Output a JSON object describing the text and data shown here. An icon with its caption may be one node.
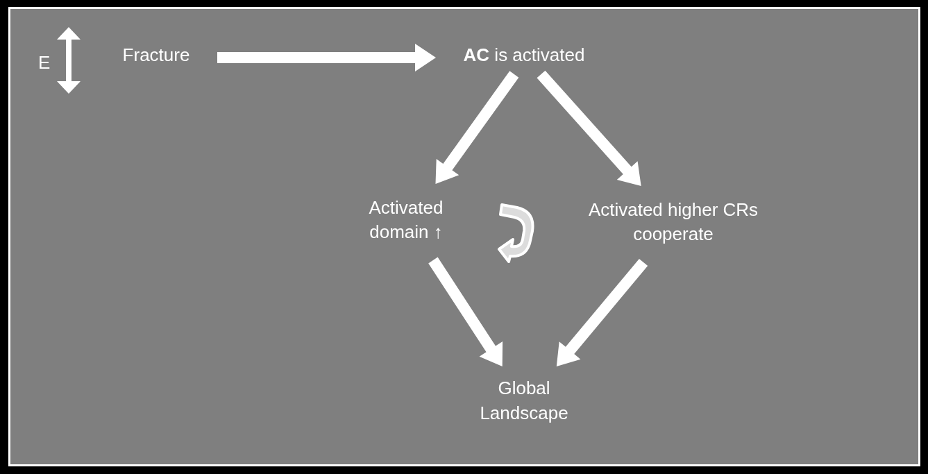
{
  "diagram": {
    "nodes": [
      {
        "text": [
          "Fracture"
        ]
      },
      {
        "text": [
          "**AC** is activated"
        ]
      },
      {
        "text": [
          "Activated domain ↑"
        ]
      },
      {
        "text": [
          "Activated higher CRs cooperate"
        ]
      },
      {
        "text": [
          "Global Landscape"
        ]
      }
    ],
    "edges": [
      {
        "from": 0,
        "to": 1,
        "arrow": "to"
      },
      {
        "from": 1,
        "to": 2,
        "arrow": "to"
      },
      {
        "from": 1,
        "to": 3,
        "arrow": "to"
      },
      {
        "from": 2,
        "to": 4,
        "arrow": "to"
      },
      {
        "from": 3,
        "to": 4,
        "arrow": "to"
      }
    ],
    "labels": [
      "E"
    ]
  }
}
